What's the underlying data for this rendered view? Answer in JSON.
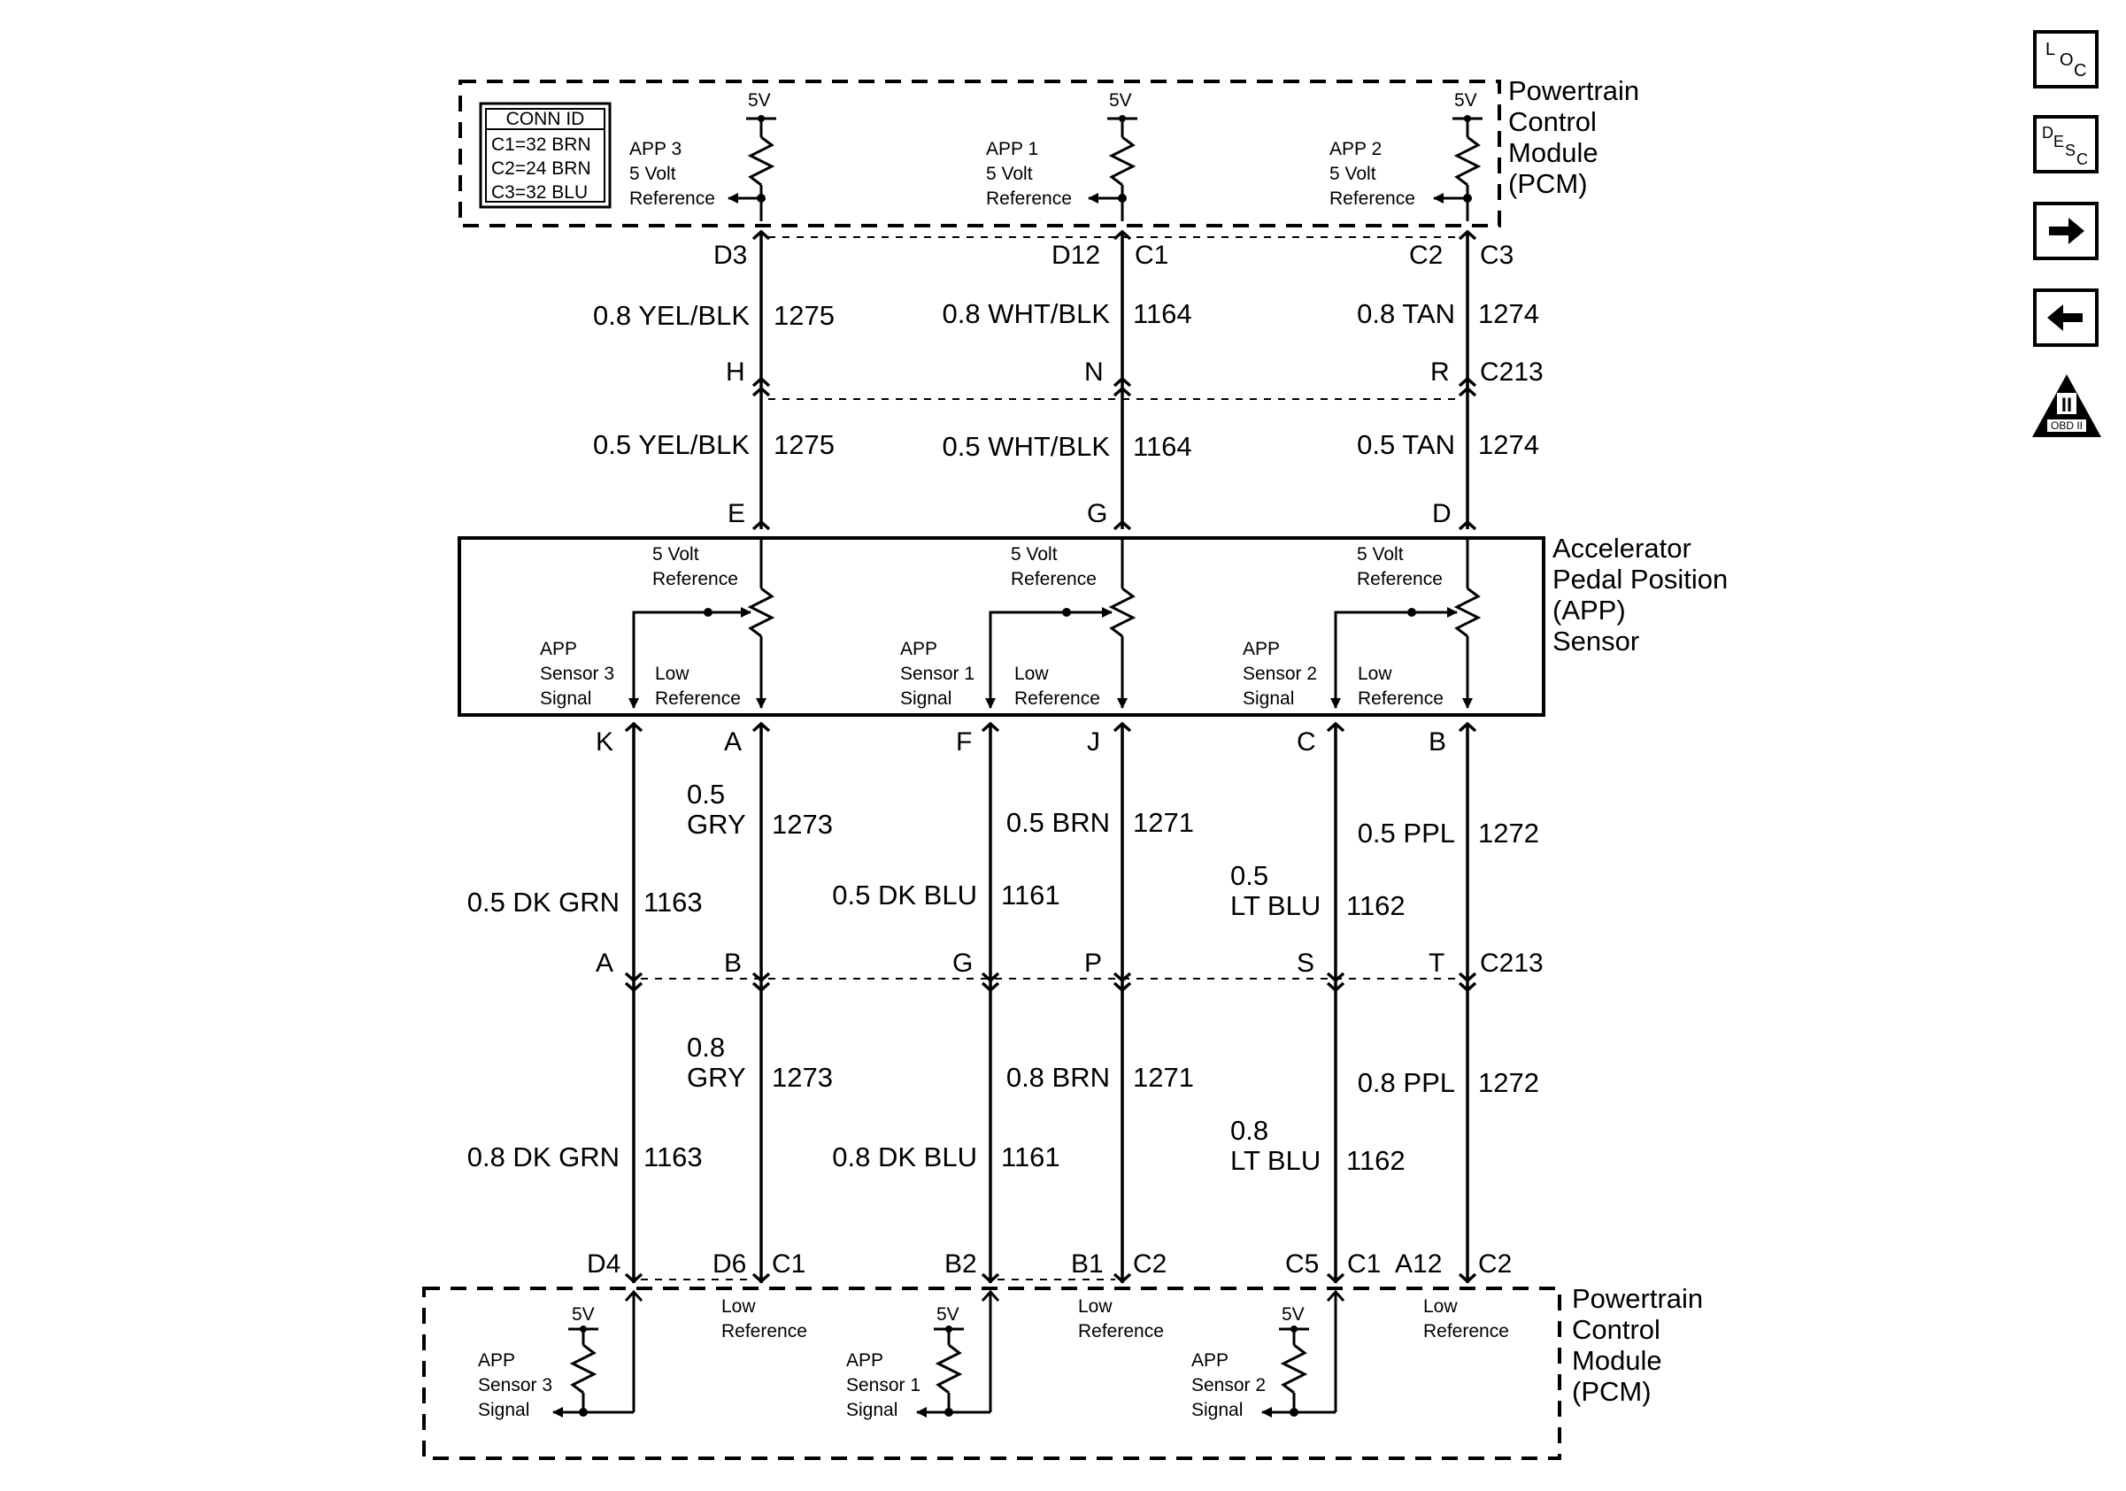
{
  "pcm_label": [
    "Powertrain",
    "Control",
    "Module",
    "(PCM)"
  ],
  "app_label": [
    "Accelerator",
    "Pedal Position",
    "(APP)",
    "Sensor"
  ],
  "conn_id": {
    "title": "CONN ID",
    "rows": [
      "C1=32 BRN",
      "C2=24 BRN",
      "C3=32 BLU"
    ]
  },
  "common": {
    "five_v": "5V",
    "five_volt": "5 Volt",
    "reference": "Reference",
    "low": "Low",
    "app": "APP",
    "signal": "Signal"
  },
  "top_pcm_refs": [
    {
      "name": "APP 3",
      "line2": "5 Volt",
      "line3": "Reference"
    },
    {
      "name": "APP 1",
      "line2": "5 Volt",
      "line3": "Reference"
    },
    {
      "name": "APP 2",
      "line2": "5 Volt",
      "line3": "Reference"
    }
  ],
  "top_pins": {
    "app3": "D3",
    "app1": "D12",
    "app1_conn": "C1",
    "app2": "C2",
    "app2_conn": "C3"
  },
  "upper_wires": [
    {
      "spec": "0.8 YEL/BLK",
      "circuit": "1275"
    },
    {
      "spec": "0.8 WHT/BLK",
      "circuit": "1164"
    },
    {
      "spec": "0.8 TAN",
      "circuit": "1274"
    }
  ],
  "c213_upper": {
    "pins": [
      "H",
      "N",
      "R"
    ],
    "name": "C213"
  },
  "middle_wires": [
    {
      "spec": "0.5 YEL/BLK",
      "circuit": "1275"
    },
    {
      "spec": "0.5 WHT/BLK",
      "circuit": "1164"
    },
    {
      "spec": "0.5 TAN",
      "circuit": "1274"
    }
  ],
  "sensor_top_pins": [
    "E",
    "G",
    "D"
  ],
  "sensor_signals": [
    "Sensor 3",
    "Sensor 1",
    "Sensor 2"
  ],
  "sensor_bottom_pins": [
    "K",
    "A",
    "F",
    "J",
    "C",
    "B"
  ],
  "lower_signal_wires": [
    {
      "spec": "0.5 DK GRN",
      "circuit": "1163"
    },
    {
      "spec": "0.5 DK BLU",
      "circuit": "1161"
    },
    {
      "spec_line1": "0.5",
      "spec_line2": "LT BLU",
      "circuit": "1162"
    }
  ],
  "lower_low_wires": [
    {
      "spec_line1": "0.5",
      "spec_line2": "GRY",
      "circuit": "1273"
    },
    {
      "spec": "0.5 BRN",
      "circuit": "1271"
    },
    {
      "spec": "0.5 PPL",
      "circuit": "1272"
    }
  ],
  "c213_lower": {
    "pins": [
      "A",
      "B",
      "G",
      "P",
      "S",
      "T"
    ],
    "name": "C213"
  },
  "bottom_signal_wires": [
    {
      "spec": "0.8 DK GRN",
      "circuit": "1163"
    },
    {
      "spec": "0.8 DK BLU",
      "circuit": "1161"
    },
    {
      "spec_line1": "0.8",
      "spec_line2": "LT BLU",
      "circuit": "1162"
    }
  ],
  "bottom_low_wires": [
    {
      "spec_line1": "0.8",
      "spec_line2": "GRY",
      "circuit": "1273"
    },
    {
      "spec": "0.8 BRN",
      "circuit": "1271"
    },
    {
      "spec": "0.8 PPL",
      "circuit": "1272"
    }
  ],
  "bottom_pins": {
    "app3_signal": "D4",
    "app3_low": "D6",
    "app3_conn": "C1",
    "app1_signal": "B2",
    "app1_low": "B1",
    "app1_conn": "C2",
    "app2_signal": "C5",
    "app2_signal_conn": "C1",
    "app2_low": "A12",
    "app2_low_conn": "C2"
  },
  "nav": {
    "loc": [
      "L",
      "O",
      "C"
    ],
    "desc": [
      "D",
      "E",
      "S",
      "C"
    ],
    "obd_roman": "II",
    "obd_text": "OBD II"
  }
}
